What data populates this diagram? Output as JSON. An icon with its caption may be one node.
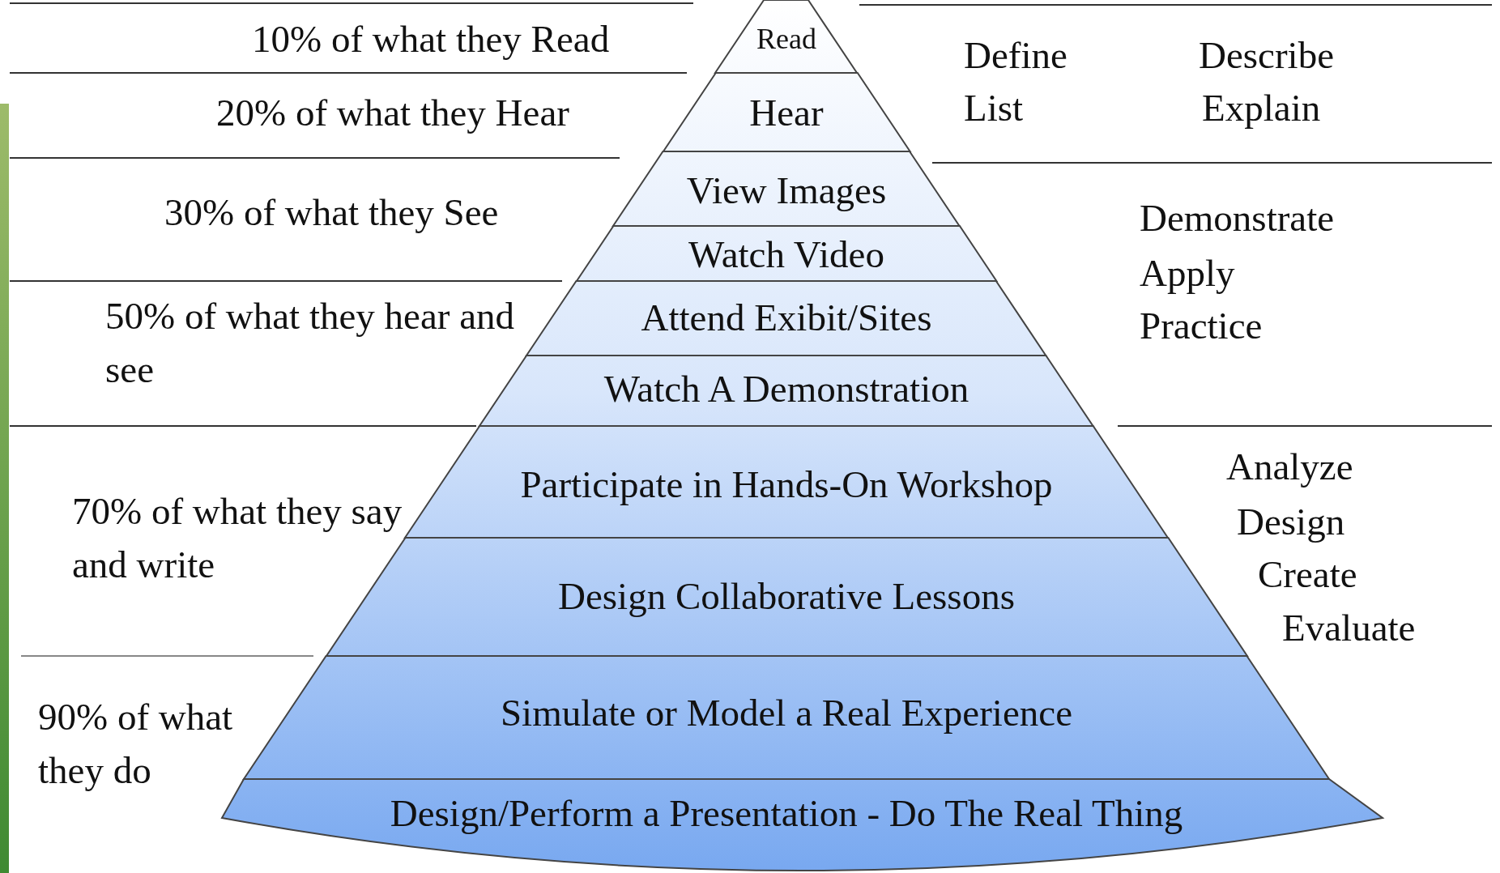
{
  "diagram": {
    "nodes": [
      {
        "text": [
          "Read"
        ]
      },
      {
        "text": [
          "Hear"
        ]
      },
      {
        "text": [
          "View Images"
        ]
      },
      {
        "text": [
          "Watch Video"
        ]
      },
      {
        "text": [
          "Attend Exibit/Sites"
        ]
      },
      {
        "text": [
          "Watch A Demonstration"
        ]
      },
      {
        "text": [
          "Participate in Hands-On Workshop"
        ]
      },
      {
        "text": [
          "Design Collaborative Lessons"
        ]
      },
      {
        "text": [
          "Simulate or Model a Real Experience"
        ]
      },
      {
        "text": [
          "Design/Perform a Presentation - Do The Real Thing"
        ]
      }
    ],
    "labels": [
      "10% of what they Read",
      "20% of what they Hear",
      "30% of what they See",
      "50% of what they hear and see",
      "70% of what they say and write",
      "90% of what they do",
      "Define",
      "Describe",
      "List",
      "Explain",
      "Demonstrate",
      "Apply",
      "Practice",
      "Analyze",
      "Design",
      "Create",
      "Evaluate"
    ]
  }
}
